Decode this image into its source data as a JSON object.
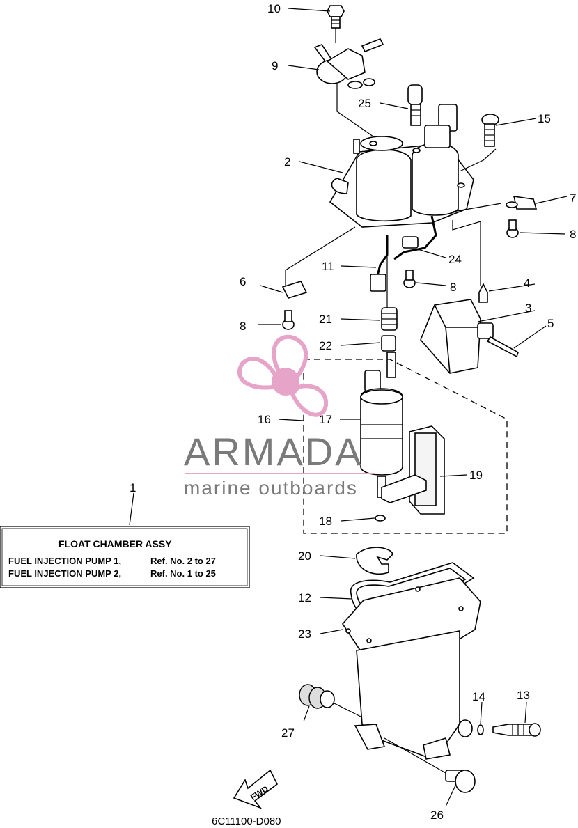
{
  "callouts": {
    "n1": "1",
    "n2": "2",
    "n3": "3",
    "n4": "4",
    "n5": "5",
    "n6": "6",
    "n7": "7",
    "n8a": "8",
    "n8b": "8",
    "n8c": "8",
    "n9": "9",
    "n10": "10",
    "n11": "11",
    "n12": "12",
    "n13": "13",
    "n14": "14",
    "n15": "15",
    "n16": "16",
    "n17": "17",
    "n18": "18",
    "n19": "19",
    "n20": "20",
    "n21": "21",
    "n22": "22",
    "n23": "23",
    "n24": "24",
    "n25": "25",
    "n26": "26",
    "n27": "27"
  },
  "assy_box": {
    "title": "FLOAT CHAMBER ASSY",
    "line1_name": "FUEL INJECTION PUMP 1,",
    "line1_ref": "Ref. No. 2 to 27",
    "line2_name": "FUEL INJECTION PUMP 2,",
    "line2_ref": "Ref. No. 1 to 25"
  },
  "fwd_label": "FWD",
  "watermark": {
    "brand": "ARMADA",
    "tagline": "marine outboards",
    "logo_color": "#e7a4c9",
    "text_color": "#7a7a7a"
  },
  "drawing_code": "6C11100-D080"
}
